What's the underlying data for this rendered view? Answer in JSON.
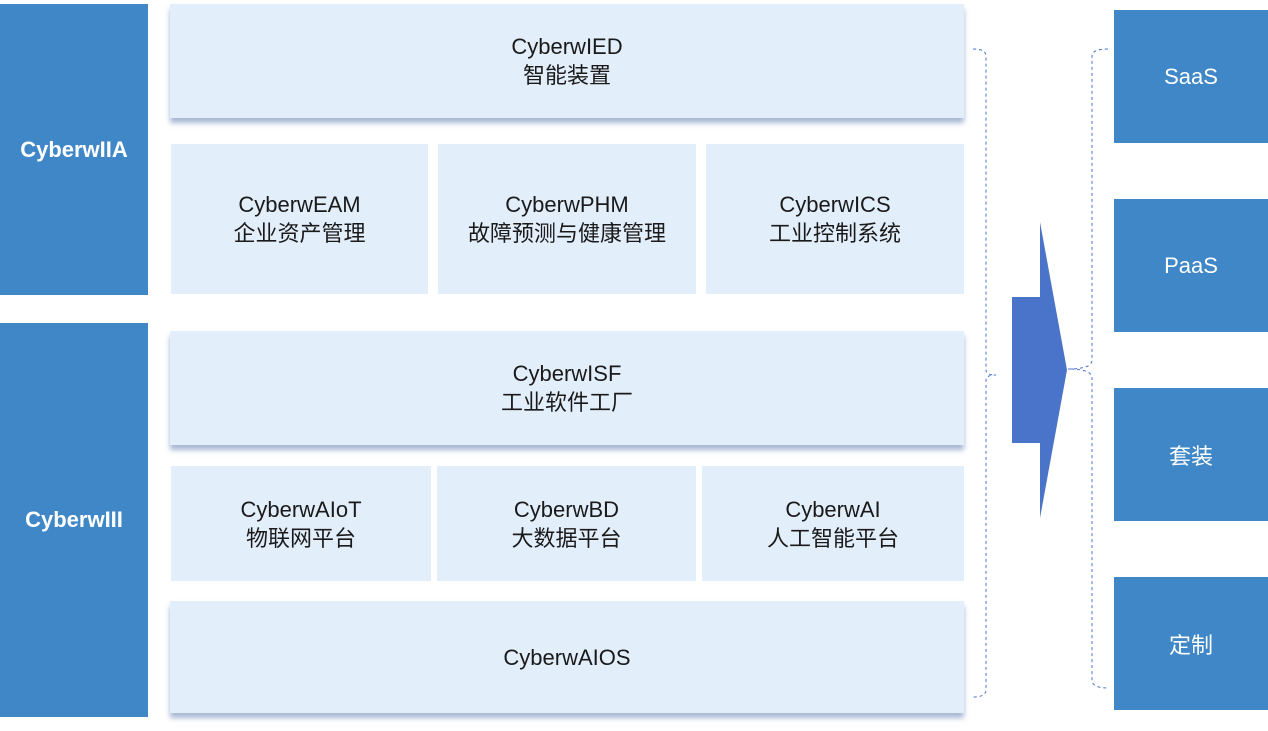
{
  "left_groups": [
    {
      "label": "CyberwIIA"
    },
    {
      "label": "CyberwIII"
    }
  ],
  "modules": [
    {
      "name": "CyberwIED",
      "desc": "智能装置"
    },
    {
      "name": "CyberwEAM",
      "desc": "企业资产管理"
    },
    {
      "name": "CyberwPHM",
      "desc": "故障预测与健康管理"
    },
    {
      "name": "CyberwICS",
      "desc": "工业控制系统"
    },
    {
      "name": "CyberwISF",
      "desc": "工业软件工厂"
    },
    {
      "name": "CyberwAIoT",
      "desc": "物联网平台"
    },
    {
      "name": "CyberwBD",
      "desc": "大数据平台"
    },
    {
      "name": "CyberwAI",
      "desc": "人工智能平台"
    },
    {
      "name": "CyberwAIOS",
      "desc": ""
    }
  ],
  "delivery_modes": [
    {
      "label": "SaaS"
    },
    {
      "label": "PaaS"
    },
    {
      "label": "套装"
    },
    {
      "label": "定制"
    }
  ],
  "colors": {
    "group_blue": "#3f87c7",
    "module_fill": "#e3eefb",
    "arrow_blue": "#4a74c9",
    "bracket_blue": "#4a74c9"
  }
}
